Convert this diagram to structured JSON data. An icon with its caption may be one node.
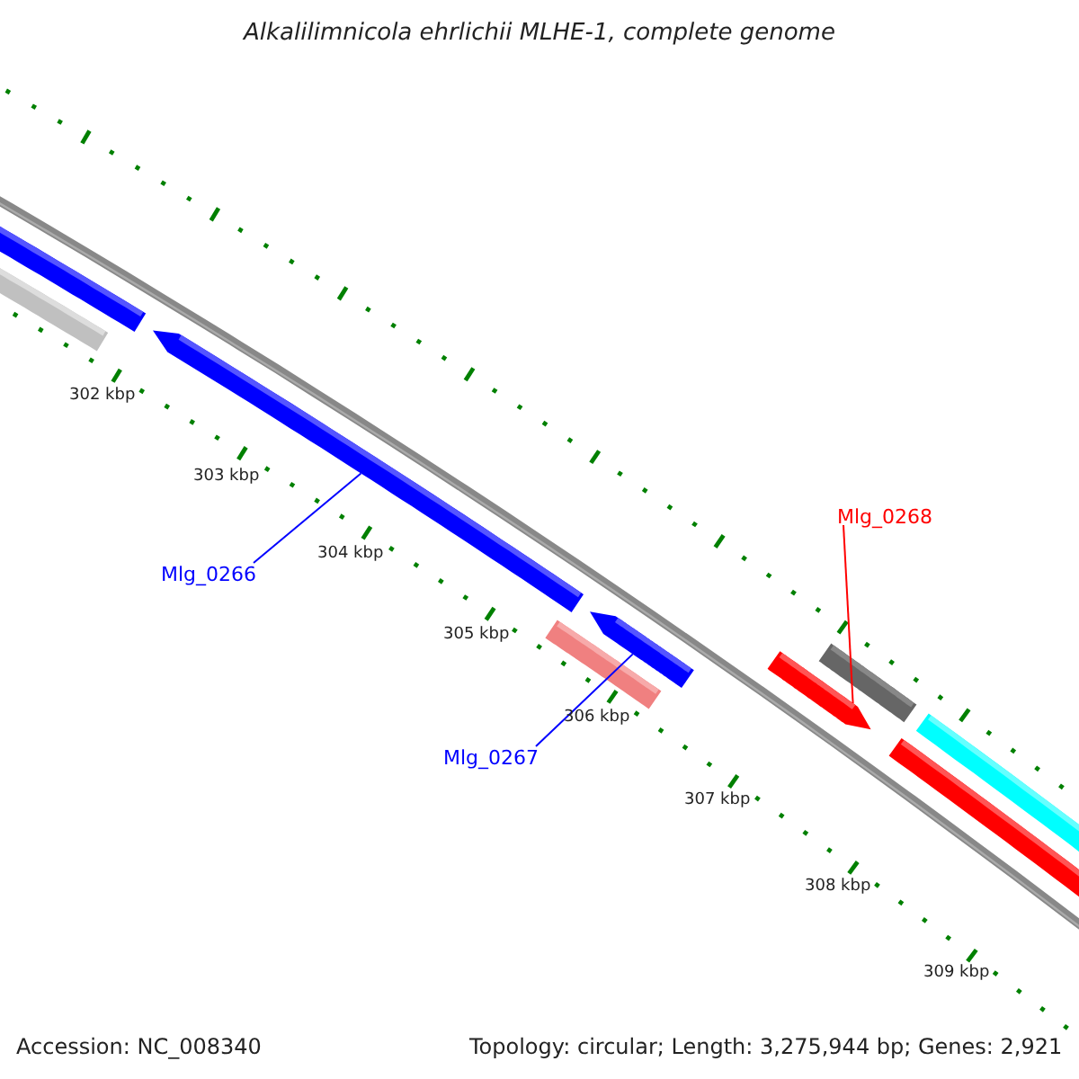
{
  "diagram": {
    "title": "Alkalilimnicola ehrlichii MLHE-1, complete genome",
    "nodes": [
      {
        "text": [
          "Mlg_0268"
        ]
      },
      {
        "text": [
          "Mlg_0266"
        ]
      },
      {
        "text": [
          "Mlg_0267"
        ]
      },
      {
        "text": [],
        "shape": "bar"
      },
      {
        "text": [],
        "shape": "bar"
      },
      {
        "text": [],
        "shape": "bar"
      }
    ],
    "edges": [
      {
        "from": 0,
        "to": 5,
        "arrow": "none",
        "color": "#ff0000"
      },
      {
        "from": 1,
        "to": 3,
        "arrow": "none"
      },
      {
        "from": 2,
        "to": 4,
        "arrow": "none"
      }
    ],
    "labels": [
      "302 kbp",
      "303 kbp",
      "304 kbp",
      "305 kbp",
      "306 kbp",
      "307 kbp",
      "308 kbp",
      "309 kbp",
      "Accession: NC_008340",
      "Topology: circular; Length: 3,275,944 bp; Genes: 2,921"
    ]
  }
}
